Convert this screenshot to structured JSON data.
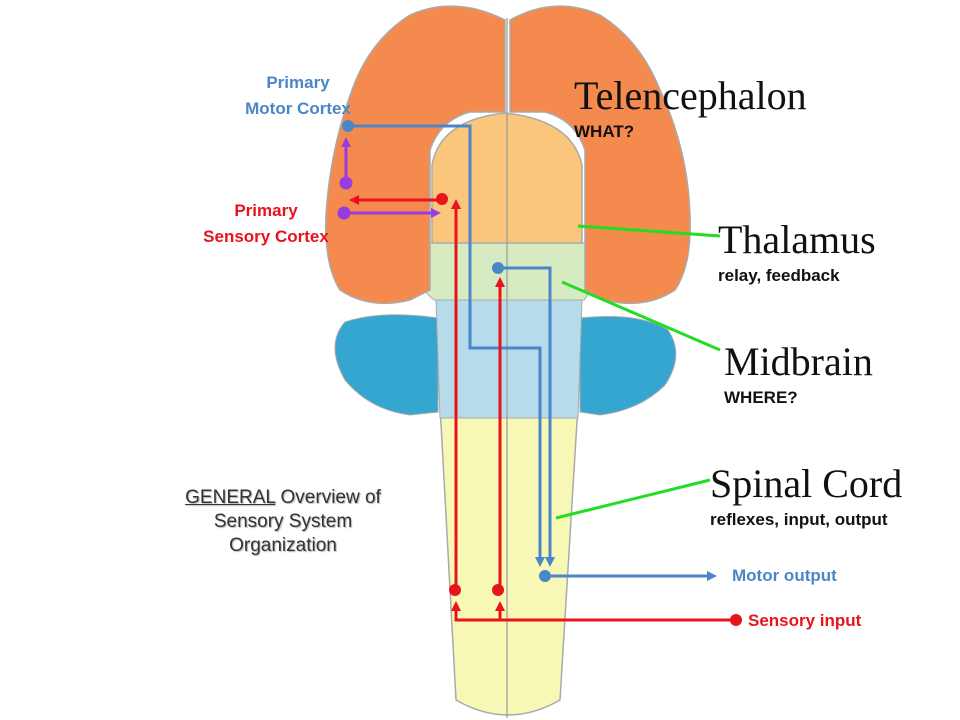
{
  "colors": {
    "telencephalon": "#f58a4e",
    "thalamus": "#f9c67b",
    "midbrain_band": "#d6ebc2",
    "hindbrain": "#b6dcec",
    "cerebellum": "#35a6cf",
    "spinal_cord": "#f7f8b6",
    "motor_path": "#4a86c8",
    "sensory_path": "#e8141c",
    "cortex_link": "#9a3be0",
    "pointer_line": "#22dd22"
  },
  "labels": {
    "primary_motor_cortex": [
      "Primary",
      "Motor Cortex"
    ],
    "primary_sensory_cortex": [
      "Primary",
      "Sensory Cortex"
    ],
    "telencephalon": {
      "title": "Telencephalon",
      "sub": "WHAT?"
    },
    "thalamus": {
      "title": "Thalamus",
      "sub": "relay, feedback"
    },
    "midbrain": {
      "title": "Midbrain",
      "sub": "WHERE?"
    },
    "spinal_cord": {
      "title": "Spinal Cord",
      "sub": "reflexes, input, output"
    },
    "motor_output": "Motor output",
    "sensory_input": "Sensory input",
    "overview": {
      "underlined": "GENERAL",
      "rest_line1": " Overview of",
      "line2": "Sensory System",
      "line3": "Organization"
    }
  }
}
